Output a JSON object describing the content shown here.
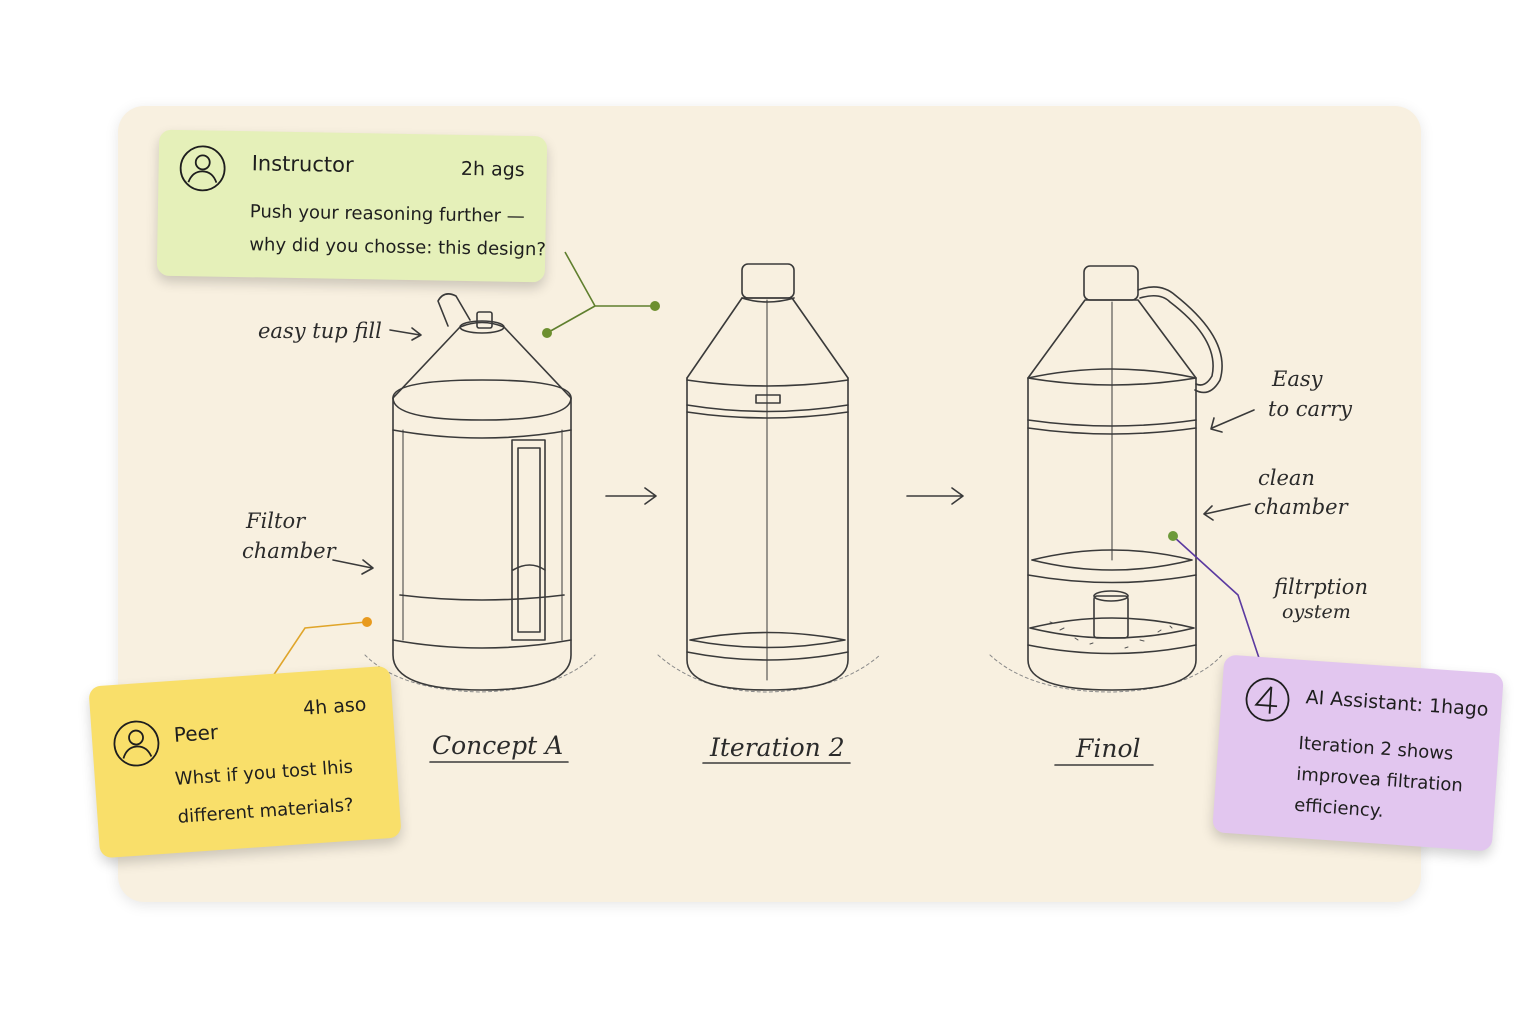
{
  "comments": {
    "instructor": {
      "author": "Instructor",
      "time": "2h ags",
      "lines": [
        "Push your reasoning further —",
        "why did you chosse: this design?"
      ],
      "color": "#e5f0b9",
      "icon": "user-avatar-icon"
    },
    "peer": {
      "author": "Peer",
      "time": "4h aso",
      "lines": [
        "Whst if you tost lhis",
        "different materials?"
      ],
      "color": "#f9df6a",
      "icon": "user-avatar-icon"
    },
    "ai": {
      "header": "AI Assistant: 1hago",
      "lines": [
        "Iteration 2 shows",
        "improvea filtration",
        "efficiency."
      ],
      "color": "#e2c6ef",
      "icon": "ai-number-four-icon"
    }
  },
  "sketch": {
    "stages": [
      "Concept A",
      "Iteration 2",
      "Finol"
    ],
    "annotations": {
      "top_fill": "easy  tup fill",
      "filter_chamber": [
        "Filtor",
        "chamber"
      ],
      "easy_carry": [
        "Easy",
        "to carry"
      ],
      "clean_chamber": [
        "clean",
        "chamber"
      ],
      "filtration_system": [
        "filtrption",
        "oystem"
      ]
    }
  },
  "colors": {
    "board": "#f8f0e0",
    "instructor_connector": "#5f7f2e",
    "peer_connector": "#e0a52a",
    "ai_connector": "#5b3aa0"
  }
}
